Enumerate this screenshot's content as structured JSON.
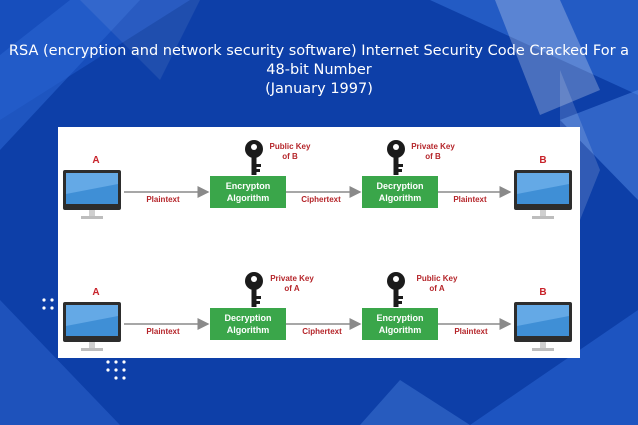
{
  "title": {
    "line1": "RSA (encryption and network security software) Internet Security Code Cracked For a",
    "line2": "48-bit Number",
    "line3": "(January 1997)"
  },
  "colors": {
    "background": "#0d3fa8",
    "box_green": "#3aa64a",
    "arrow_gray": "#8a8a8a",
    "label_red": "#b5252a",
    "node_red": "#c8222a"
  },
  "diagram": {
    "top": {
      "sender": "A",
      "receiver": "B",
      "plaintext_left": "Plaintext",
      "algo1_line1": "Encrypton",
      "algo1_line2": "Algorithm",
      "ciphertext": "Ciphertext",
      "algo2_line1": "Decryption",
      "algo2_line2": "Algorithm",
      "plaintext_right": "Plaintext",
      "key1_line1": "Public Key",
      "key1_line2": "of B",
      "key2_line1": "Private Key",
      "key2_line2": "of B"
    },
    "bottom": {
      "sender": "A",
      "receiver": "B",
      "plaintext_left": "Plaintext",
      "algo1_line1": "Decryption",
      "algo1_line2": "Algorithm",
      "ciphertext": "Ciphertext",
      "algo2_line1": "Encryption",
      "algo2_line2": "Algorithm",
      "plaintext_right": "Plaintext",
      "key1_line1": "Private Key",
      "key1_line2": "of A",
      "key2_line1": "Public Key",
      "key2_line2": "of A"
    }
  }
}
